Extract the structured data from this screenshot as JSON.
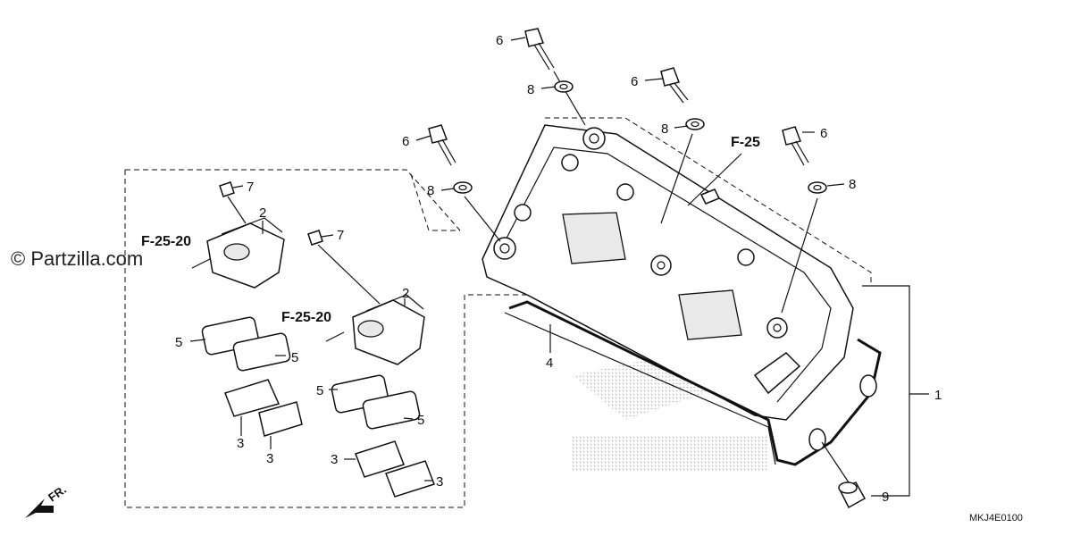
{
  "watermark": "© Partzilla.com",
  "diagram_code": "MKJ4E0100",
  "front_marker": "FR.",
  "references": {
    "ref_main": "F-25",
    "ref_coil_a": "F-25-20",
    "ref_coil_b": "F-25-20"
  },
  "callouts": {
    "c1": "1",
    "c2a": "2",
    "c2b": "2",
    "c3a": "3",
    "c3b": "3",
    "c3c": "3",
    "c3d": "3",
    "c4": "4",
    "c5a": "5",
    "c5b": "5",
    "c5c": "5",
    "c5d": "5",
    "c6a": "6",
    "c6b": "6",
    "c6c": "6",
    "c6d": "6",
    "c7a": "7",
    "c7b": "7",
    "c8a": "8",
    "c8b": "8",
    "c8c": "8",
    "c8d": "8",
    "c9": "9"
  },
  "colors": {
    "line": "#111111",
    "part_fill": "#ffffff",
    "shade": "#e9e9e9",
    "brand_dots": "#bdbdbd"
  }
}
